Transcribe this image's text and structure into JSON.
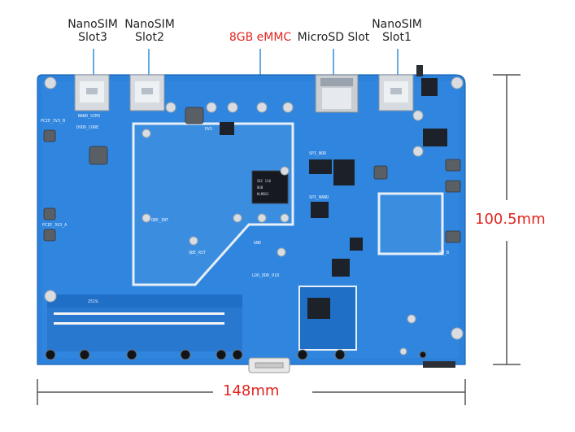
{
  "callouts": {
    "slot3": [
      "NanoSIM",
      "Slot3"
    ],
    "slot2": [
      "NanoSIM",
      "Slot2"
    ],
    "emmc": "8GB eMMC",
    "microsd": "MicroSD Slot",
    "slot1": [
      "NanoSIM",
      "Slot1"
    ]
  },
  "dimensions": {
    "height": "100.5mm",
    "width": "148mm"
  },
  "silkscreen": {
    "nano_sim3": "NANO_SIM3",
    "pcie_3v3_b": "PCIE_3V3_B",
    "dvdd_core": "DVDD_CORE",
    "dvs": "DVS",
    "pcie_3v3_a": "PCIE_3V3_A",
    "qbe_int": "QBE_INT",
    "qbe_rst": "QBE_RST",
    "spi_nor": "SPI_NOR",
    "spi_nand": "SPI_NAND",
    "sw_b": "SW_B",
    "gnd": "GND",
    "ldo_ddr": "LDO_DDR_018",
    "ver": "2519."
  },
  "colors": {
    "accent": "#e0251f",
    "board": "#2b7fd8",
    "text": "#222222"
  }
}
